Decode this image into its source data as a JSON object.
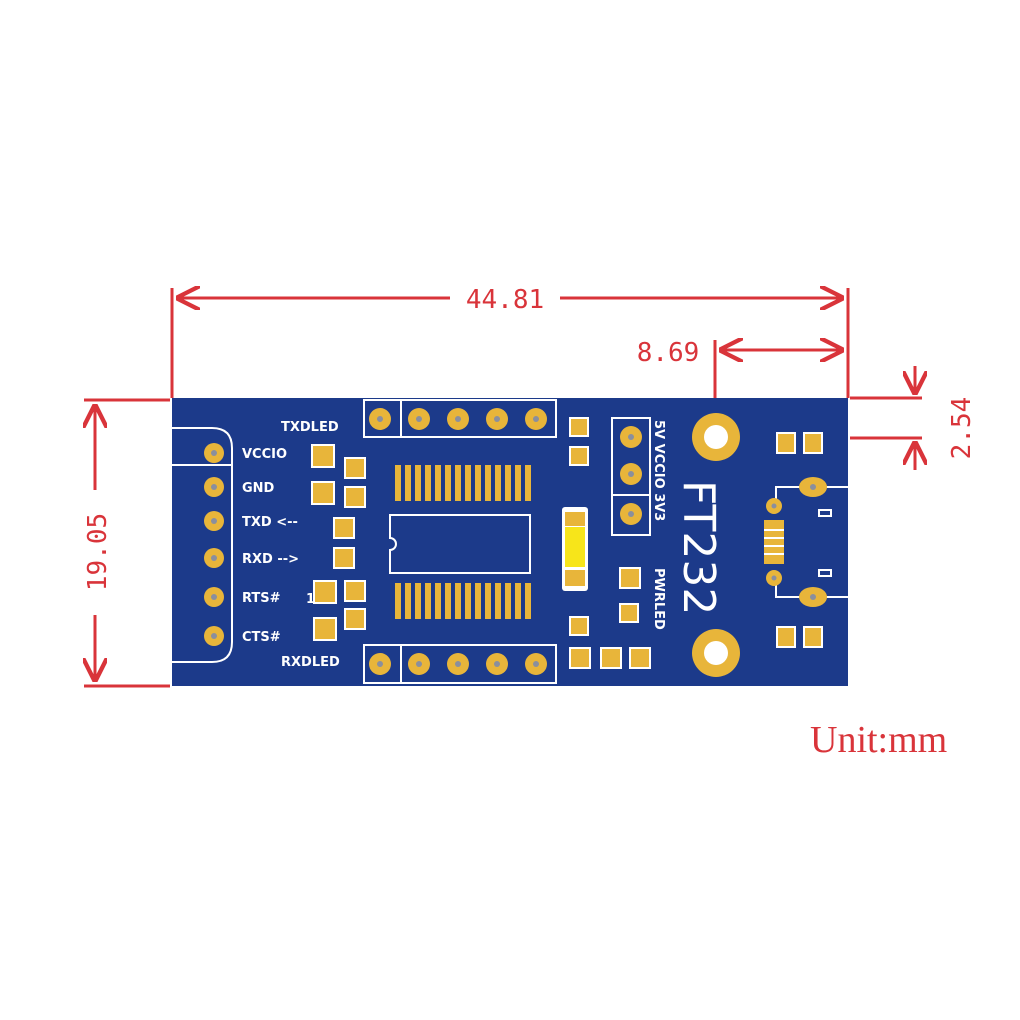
{
  "dimensions": {
    "width": "44.81",
    "connector_offset": "8.69",
    "hole_offset": "2.54",
    "height": "19.05",
    "unit_label": "Unit:mm"
  },
  "board": {
    "title": "FT232",
    "pin_labels": [
      "VCCIO",
      "GND",
      "TXD <--",
      "RXD -->",
      "RTS#",
      "CTS#"
    ],
    "txd_led_label": "TXDLED",
    "rxd_led_label": "RXDLED",
    "jumper_label": "5V VCCIO 3V3",
    "power_led_label": "PWRLED",
    "pad_marker": "1"
  },
  "colors": {
    "dimension": "#d9343a",
    "pcb": "#1c3a8a",
    "copper": "#e8b53a"
  }
}
